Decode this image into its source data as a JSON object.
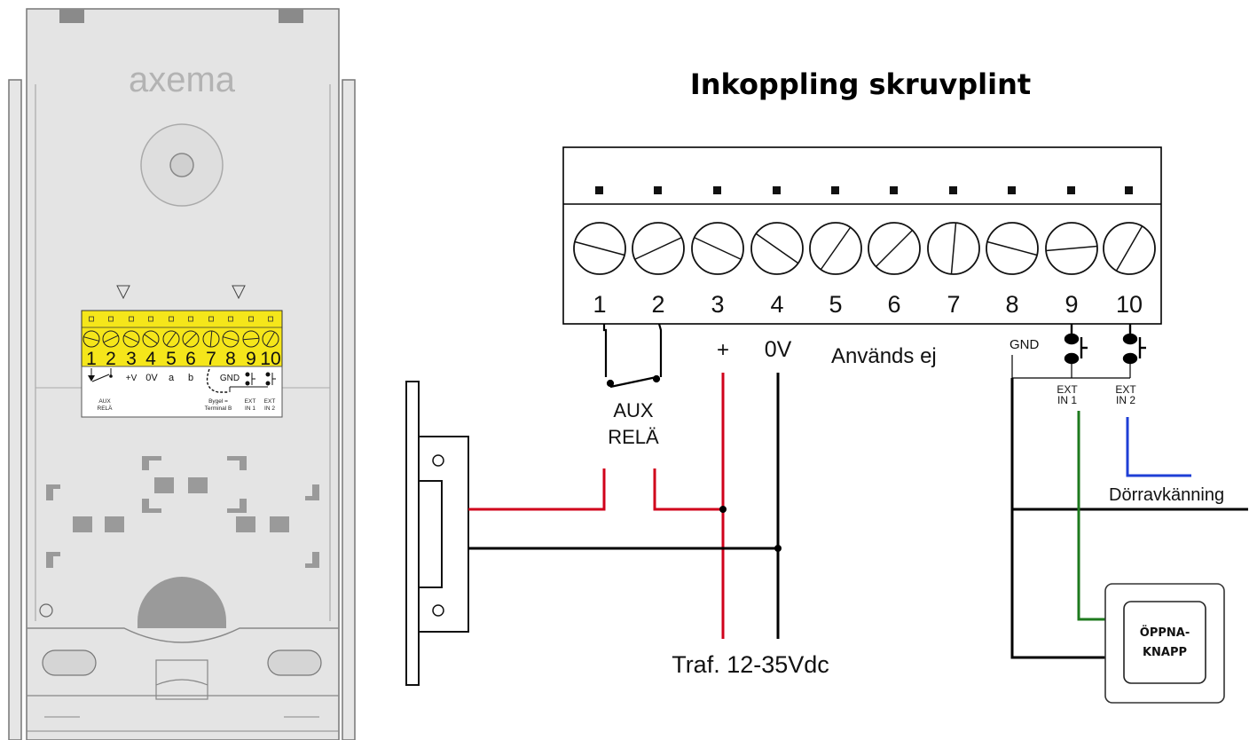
{
  "device": {
    "brand": "axema",
    "terminal_numbers": [
      "1",
      "2",
      "3",
      "4",
      "5",
      "6",
      "7",
      "8",
      "9",
      "10"
    ],
    "legend": {
      "plus_v": "+V",
      "zero_v": "0V",
      "a": "a",
      "b": "b",
      "gnd": "GND",
      "aux_1": "AUX",
      "aux_2": "RELÄ",
      "bygel_1": "Bygel =",
      "bygel_2": "Terminal B",
      "ext1_1": "EXT",
      "ext1_2": "IN 1",
      "ext2_1": "EXT",
      "ext2_2": "IN 2"
    }
  },
  "diagram": {
    "title": "Inkoppling skruvplint",
    "terminal_numbers": [
      "1",
      "2",
      "3",
      "4",
      "5",
      "6",
      "7",
      "8",
      "9",
      "10"
    ],
    "labels": {
      "plus": "+",
      "zero_v": "0V",
      "unused": "Används ej",
      "gnd": "GND",
      "aux_1": "AUX",
      "aux_2": "RELÄ",
      "ext_in1_1": "EXT",
      "ext_in1_2": "IN 1",
      "ext_in2_1": "EXT",
      "ext_in2_2": "IN 2",
      "door_sensing": "Dörravkänning",
      "supply": "Traf. 12-35Vdc",
      "button_1": "ÖPPNA-",
      "button_2": "KNAPP"
    },
    "colors": {
      "power_positive": "#d0021b",
      "ground": "#000000",
      "ext_in1": "#1e7a1e",
      "ext_in2": "#1f3fd6",
      "terminal_yellow": "#f5e61a"
    }
  }
}
